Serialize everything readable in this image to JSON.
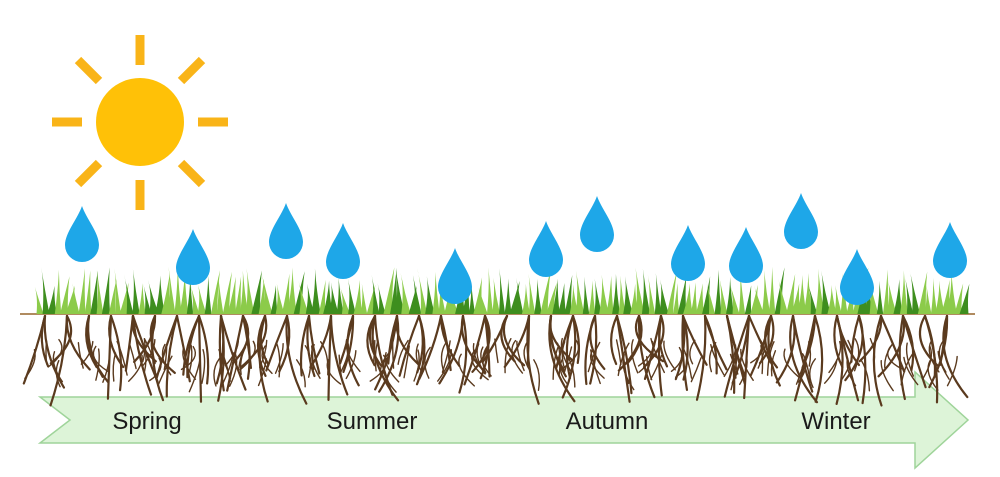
{
  "seasons": [
    "Spring",
    "Summer",
    "Autumn",
    "Winter"
  ],
  "icons": {
    "sun": "sun-icon",
    "raindrop": "raindrop-icon",
    "grass": "grass-icon",
    "roots": "roots-icon",
    "arrow": "timeline-arrow"
  },
  "colors": {
    "sun": "#FFC107",
    "sun_rays": "#F9B418",
    "raindrop": "#1EA7E8",
    "grass_dark": "#3E8E1E",
    "grass_light": "#8CCB4A",
    "soil_line": "#B08B60",
    "roots": "#5A3A1E",
    "arrow_fill": "#DDF4D8",
    "arrow_stroke": "#9FD49A",
    "label_text": "#1a1a1a"
  }
}
